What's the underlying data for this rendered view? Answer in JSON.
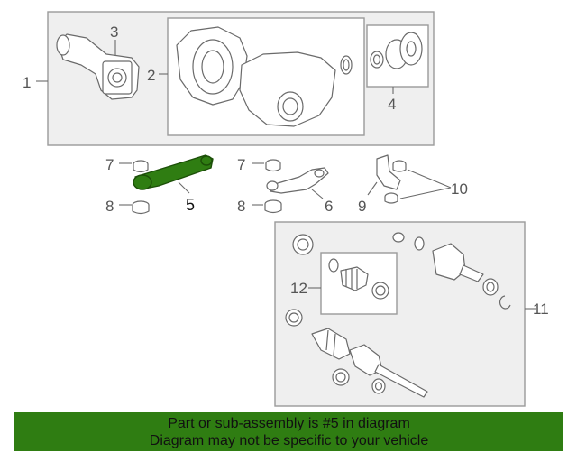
{
  "callouts": {
    "c1": "1",
    "c2": "2",
    "c3": "3",
    "c4": "4",
    "c5": "5",
    "c6": "6",
    "c7a": "7",
    "c7b": "7",
    "c8a": "8",
    "c8b": "8",
    "c9": "9",
    "c10": "10",
    "c11": "11",
    "c12": "12"
  },
  "highlight": {
    "part_number": "5",
    "color": "#2f7d12"
  },
  "banner": {
    "line1": "Part or sub-assembly is #5 in diagram",
    "line2": "Diagram may not be specific to your vehicle",
    "background": "#2f7d12"
  }
}
